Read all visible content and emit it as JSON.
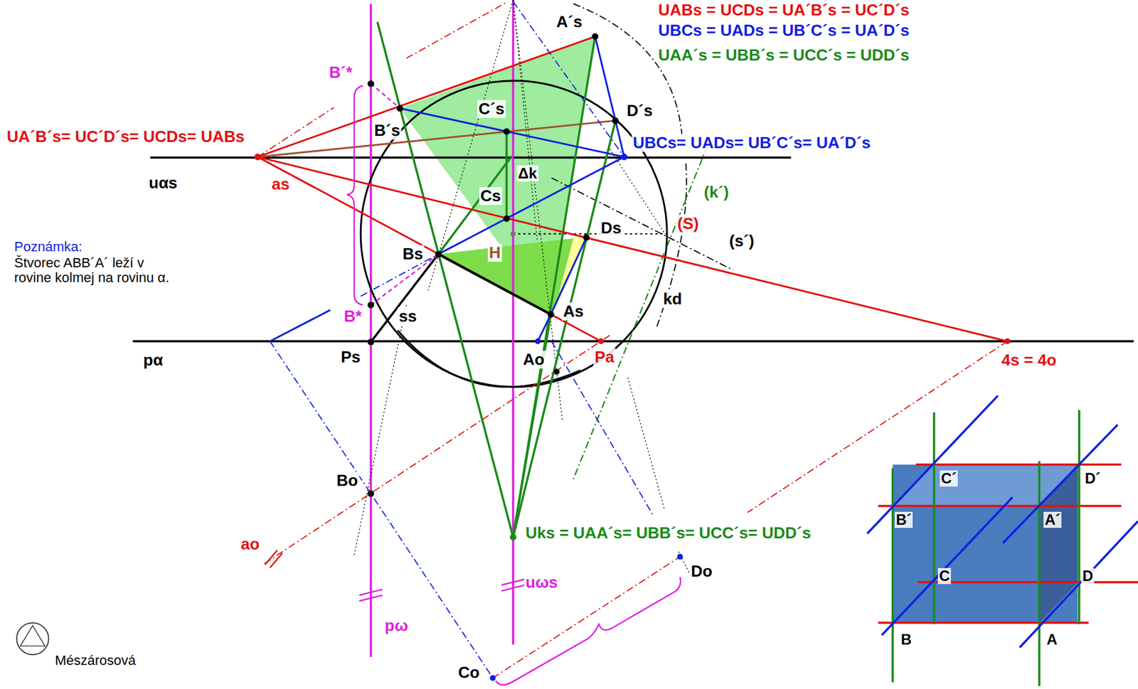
{
  "diagram": {
    "labels": [
      "UABs = UCDs = UA´B´s = UC´D´s",
      "UBCs = UADs = UB´C´s = UA´D´s",
      "UAA´s = UBB´s = UCC´s = UDD´s",
      "UA´B´s= UC´D´s= UCDs= UABs",
      "A´s",
      "B´*",
      "C´s",
      "D´s",
      "UBCs= UADs= UB´C´s= UA´D´s",
      "B´s",
      "uαs",
      "as",
      "Δk",
      "(k´)",
      "Cs",
      "(S)",
      "Ds",
      "(s´)",
      "Poznámka:",
      "Štvorec ABB´A´ leží v rovine kolmej na rovinu α.",
      "H",
      "Bs",
      "kd",
      "B*",
      "As",
      "ss",
      "pα",
      "Ps",
      "Ao",
      "Pa",
      "4s = 4o",
      "Bo",
      "ao",
      "Uks = UAA´s= UBB´s= UCC´s= UDD´s",
      "Do",
      "uωs",
      "pω",
      "Co",
      "Mészárosová",
      "C´",
      "D´",
      "B´",
      "A´",
      "C",
      "D",
      "B",
      "A"
    ]
  }
}
